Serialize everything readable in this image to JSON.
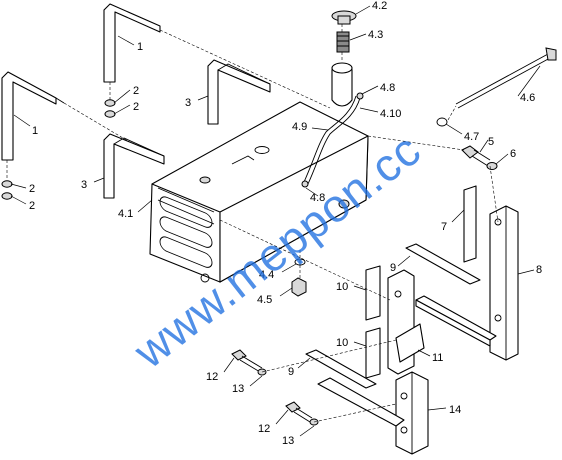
{
  "callouts": {
    "c1a": "1",
    "c1b": "1",
    "c2a": "2",
    "c2b": "2",
    "c2c": "2",
    "c2d": "2",
    "c3a": "3",
    "c3b": "3",
    "c4_1": "4.1",
    "c4_2": "4.2",
    "c4_3": "4.3",
    "c4_4": "4.4",
    "c4_5": "4.5",
    "c4_6": "4.6",
    "c4_7": "4.7",
    "c4_8a": "4.8",
    "c4_8b": "4.8",
    "c4_9": "4.9",
    "c4_10": "4.10",
    "c5": "5",
    "c6": "6",
    "c7": "7",
    "c8": "8",
    "c9a": "9",
    "c9b": "9",
    "c10a": "10",
    "c10b": "10",
    "c11": "11",
    "c12a": "12",
    "c12b": "12",
    "c13a": "13",
    "c13b": "13",
    "c14": "14"
  },
  "watermark": "www.meppon.cc"
}
